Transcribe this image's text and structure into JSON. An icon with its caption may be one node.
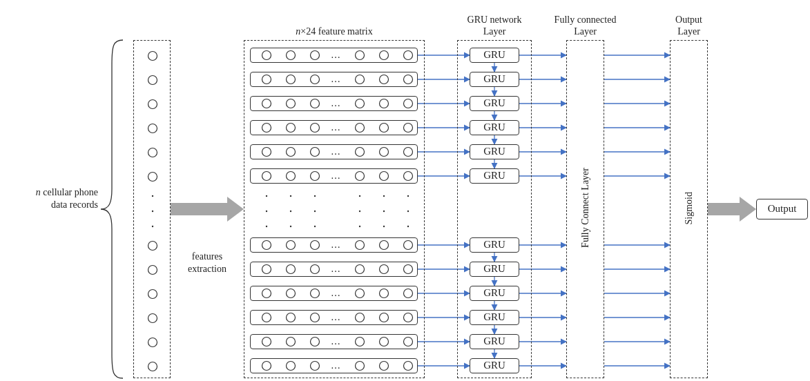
{
  "diagram": {
    "nodes": [
      {
        "text": [],
        "shape": "box"
      },
      {
        "text": [
          "*n*×24 feature matrix"
        ]
      },
      {
        "text": [
          "…"
        ],
        "in": 1
      },
      {
        "text": [
          "…"
        ],
        "in": 1
      },
      {
        "text": [
          "…"
        ],
        "in": 1
      },
      {
        "text": [
          "…"
        ],
        "in": 1
      },
      {
        "text": [
          "…"
        ],
        "in": 1
      },
      {
        "text": [
          "…"
        ],
        "in": 1
      },
      {
        "text": [
          "…"
        ],
        "in": 1
      },
      {
        "text": [
          "…"
        ],
        "in": 1
      },
      {
        "text": [
          "…"
        ],
        "in": 1
      },
      {
        "text": [
          "…"
        ],
        "in": 1
      },
      {
        "text": [
          "…"
        ],
        "in": 1
      },
      {
        "text": [
          "…"
        ],
        "in": 1
      },
      {
        "text": [
          "GRU network Layer"
        ]
      },
      {
        "text": [
          "GRU"
        ],
        "in": 14
      },
      {
        "text": [
          "GRU"
        ],
        "in": 14
      },
      {
        "text": [
          "GRU"
        ],
        "in": 14
      },
      {
        "text": [
          "GRU"
        ],
        "in": 14
      },
      {
        "text": [
          "GRU"
        ],
        "in": 14
      },
      {
        "text": [
          "GRU"
        ],
        "in": 14
      },
      {
        "text": [
          "GRU"
        ],
        "in": 14
      },
      {
        "text": [
          "GRU"
        ],
        "in": 14
      },
      {
        "text": [
          "GRU"
        ],
        "in": 14
      },
      {
        "text": [
          "GRU"
        ],
        "in": 14
      },
      {
        "text": [
          "GRU"
        ],
        "in": 14
      },
      {
        "text": [
          "GRU"
        ],
        "in": 14
      },
      {
        "text": [
          "Fully connected Layer",
          "Fully Connect Layer"
        ]
      },
      {
        "text": [
          "Output Layer",
          "Sigmoid"
        ]
      },
      {
        "text": [
          "Output"
        ]
      }
    ],
    "edges": [
      {
        "from": 0,
        "to": 1,
        "arrow": "to",
        "label": "features extraction",
        "style": "thick",
        "color": "#a6a6a6"
      },
      {
        "from": 2,
        "to": 15,
        "arrow": "to"
      },
      {
        "from": 3,
        "to": 16,
        "arrow": "to"
      },
      {
        "from": 4,
        "to": 17,
        "arrow": "to"
      },
      {
        "from": 5,
        "to": 18,
        "arrow": "to"
      },
      {
        "from": 6,
        "to": 19,
        "arrow": "to"
      },
      {
        "from": 7,
        "to": 20,
        "arrow": "to"
      },
      {
        "from": 8,
        "to": 21,
        "arrow": "to"
      },
      {
        "from": 9,
        "to": 22,
        "arrow": "to"
      },
      {
        "from": 10,
        "to": 23,
        "arrow": "to"
      },
      {
        "from": 11,
        "to": 24,
        "arrow": "to"
      },
      {
        "from": 12,
        "to": 25,
        "arrow": "to"
      },
      {
        "from": 13,
        "to": 26,
        "arrow": "to"
      },
      {
        "from": 15,
        "to": 16,
        "arrow": "to"
      },
      {
        "from": 16,
        "to": 17,
        "arrow": "to"
      },
      {
        "from": 17,
        "to": 18,
        "arrow": "to"
      },
      {
        "from": 18,
        "to": 19,
        "arrow": "to"
      },
      {
        "from": 19,
        "to": 20,
        "arrow": "to"
      },
      {
        "from": 21,
        "to": 22,
        "arrow": "to"
      },
      {
        "from": 22,
        "to": 23,
        "arrow": "to"
      },
      {
        "from": 23,
        "to": 24,
        "arrow": "to"
      },
      {
        "from": 24,
        "to": 25,
        "arrow": "to"
      },
      {
        "from": 25,
        "to": 26,
        "arrow": "to"
      },
      {
        "from": 15,
        "to": 27,
        "arrow": "to"
      },
      {
        "from": 16,
        "to": 27,
        "arrow": "to"
      },
      {
        "from": 17,
        "to": 27,
        "arrow": "to"
      },
      {
        "from": 18,
        "to": 27,
        "arrow": "to"
      },
      {
        "from": 19,
        "to": 27,
        "arrow": "to"
      },
      {
        "from": 20,
        "to": 27,
        "arrow": "to"
      },
      {
        "from": 21,
        "to": 27,
        "arrow": "to"
      },
      {
        "from": 22,
        "to": 27,
        "arrow": "to"
      },
      {
        "from": 23,
        "to": 27,
        "arrow": "to"
      },
      {
        "from": 24,
        "to": 27,
        "arrow": "to"
      },
      {
        "from": 25,
        "to": 27,
        "arrow": "to"
      },
      {
        "from": 26,
        "to": 27,
        "arrow": "to"
      },
      {
        "from": 27,
        "to": 28,
        "arrow": "to"
      },
      {
        "from": 27,
        "to": 28,
        "arrow": "to"
      },
      {
        "from": 27,
        "to": 28,
        "arrow": "to"
      },
      {
        "from": 27,
        "to": 28,
        "arrow": "to"
      },
      {
        "from": 27,
        "to": 28,
        "arrow": "to"
      },
      {
        "from": 27,
        "to": 28,
        "arrow": "to"
      },
      {
        "from": 27,
        "to": 28,
        "arrow": "to"
      },
      {
        "from": 27,
        "to": 28,
        "arrow": "to"
      },
      {
        "from": 27,
        "to": 28,
        "arrow": "to"
      },
      {
        "from": 27,
        "to": 28,
        "arrow": "to"
      },
      {
        "from": 27,
        "to": 28,
        "arrow": "to"
      },
      {
        "from": 27,
        "to": 28,
        "arrow": "to"
      },
      {
        "from": 28,
        "to": 29,
        "arrow": "to",
        "style": "thick",
        "color": "#a6a6a6"
      }
    ],
    "labels": [
      "*n* cellular phone data records"
    ]
  }
}
